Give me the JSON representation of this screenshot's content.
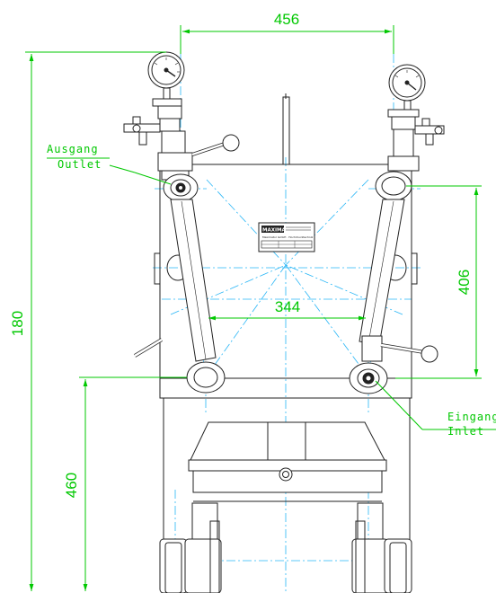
{
  "colors": {
    "dimension": "#00c800",
    "centerline": "#29b6f6",
    "outline": "#222222",
    "background": "#ffffff"
  },
  "dimensions": {
    "top_width": "456",
    "inner_width": "344",
    "right_height": "406",
    "total_height": "180",
    "inlet_height": "460"
  },
  "labels": {
    "outlet_de": "Ausgang",
    "outlet_en": "Outlet",
    "inlet_de": "Eingang",
    "inlet_en": "Inlet"
  },
  "nameplate": {
    "logo": "MAXIMATOR",
    "caption": "Maximator GmbH · Hochdrucktechnik"
  }
}
